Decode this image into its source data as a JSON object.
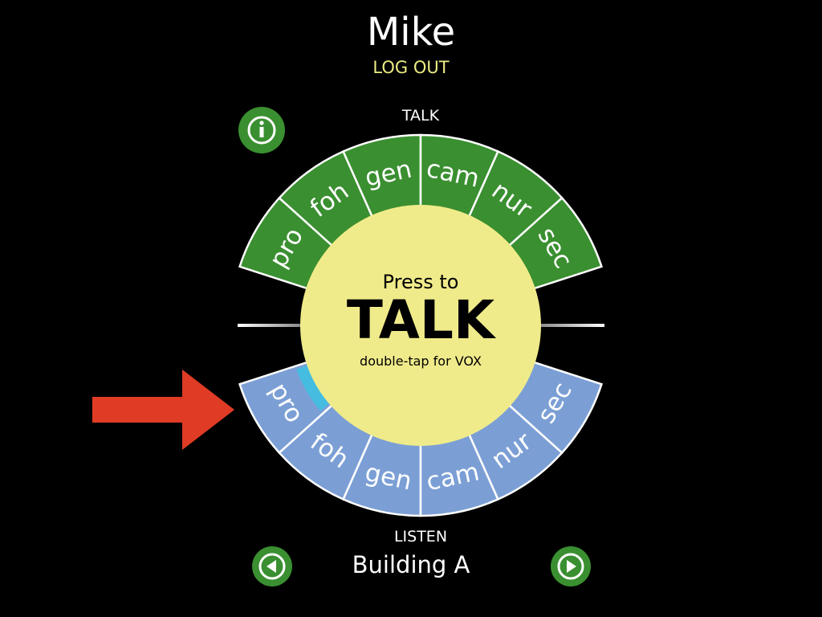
{
  "user": {
    "name": "Mike",
    "logout_label": "LOG OUT"
  },
  "talk": {
    "heading": "TALK",
    "channels": [
      "pro",
      "foh",
      "gen",
      "cam",
      "nur",
      "sec"
    ]
  },
  "listen": {
    "heading": "LISTEN",
    "channels": [
      "pro",
      "foh",
      "gen",
      "cam",
      "nur",
      "sec"
    ],
    "active_channel": "pro"
  },
  "talk_button": {
    "line1": "Press to",
    "line2": "TALK",
    "line3": "double-tap for VOX"
  },
  "group": {
    "name": "Building A"
  },
  "icons": {
    "info": "info-icon",
    "prev": "chevron-left-icon",
    "next": "chevron-right-icon",
    "pointer": "arrow-right-icon"
  },
  "colors": {
    "talk_segment": "#3a8f30",
    "listen_segment": "#7b9fd5",
    "listen_active": "#46bde0",
    "talk_button": "#f0eb8a",
    "accent_text": "#ecec86",
    "nav_button": "#3a8f30",
    "arrow": "#e03c25"
  }
}
